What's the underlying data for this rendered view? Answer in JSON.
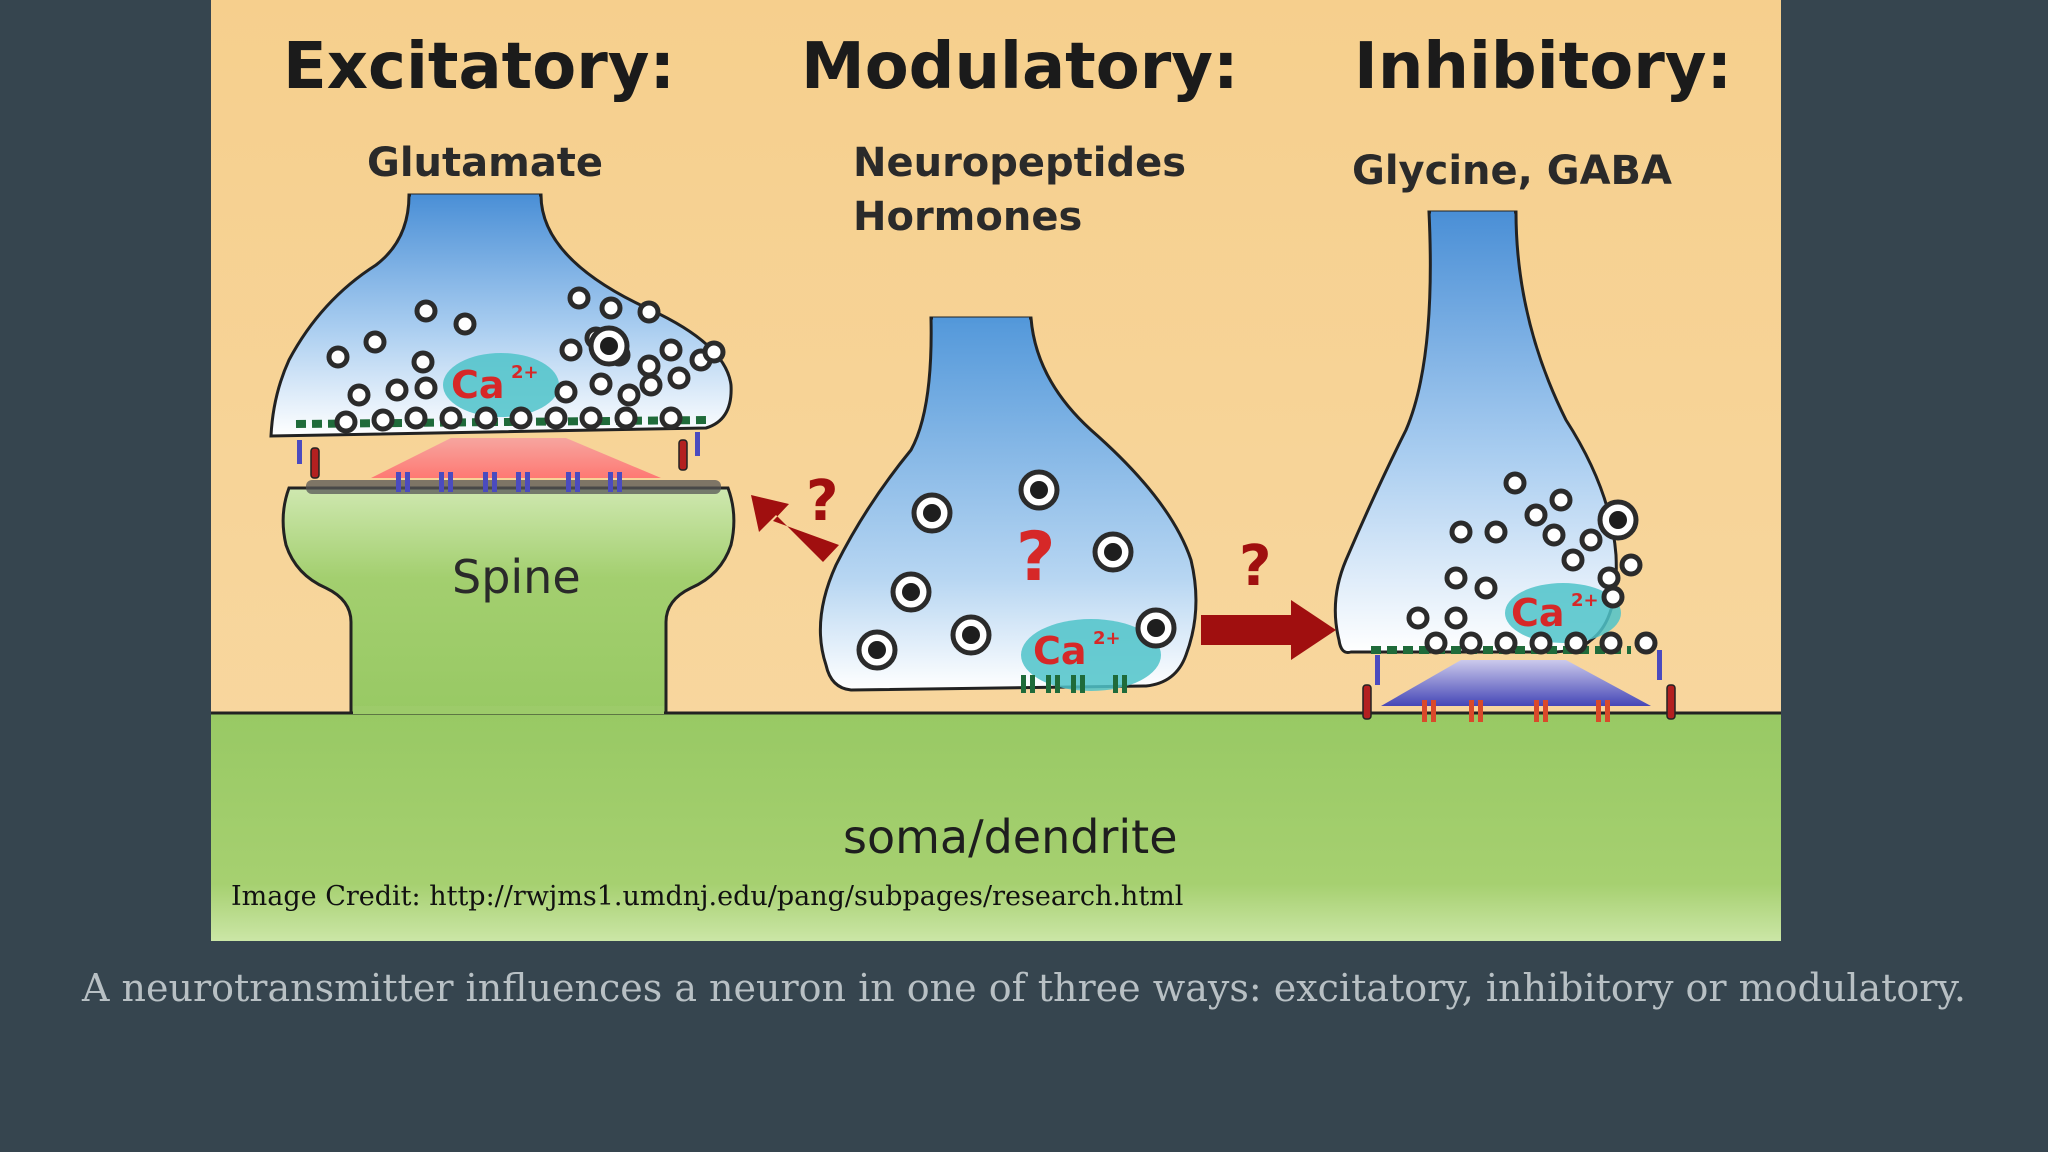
{
  "diagram": {
    "headings": {
      "excitatory": "Excitatory:",
      "modulatory": "Modulatory:",
      "inhibitory": "Inhibitory:"
    },
    "sublabels": {
      "excitatory": "Glutamate",
      "modulatory_line1": "Neuropeptides",
      "modulatory_line2": "Hormones",
      "inhibitory": "Glycine, GABA"
    },
    "ion_label": "Ca",
    "ion_charge": "2+",
    "spine_label": "Spine",
    "soma_label": "soma/dendrite",
    "question_mark": "?",
    "credit": "Image Credit: http://rwjms1.umdnj.edu/pang/subpages/research.html",
    "colors": {
      "background": "#f5d08f",
      "terminal_top": "#4f93d8",
      "terminal_bottom": "#ffffff",
      "postsynaptic_green": "#9dcb6a",
      "calcium_cloud": "#4fc3c9",
      "arrow": "#a00f0f",
      "question": "#d62828"
    }
  },
  "caption": "A neurotransmitter influences a neuron in one of three ways: excitatory, inhibitory or modulatory."
}
